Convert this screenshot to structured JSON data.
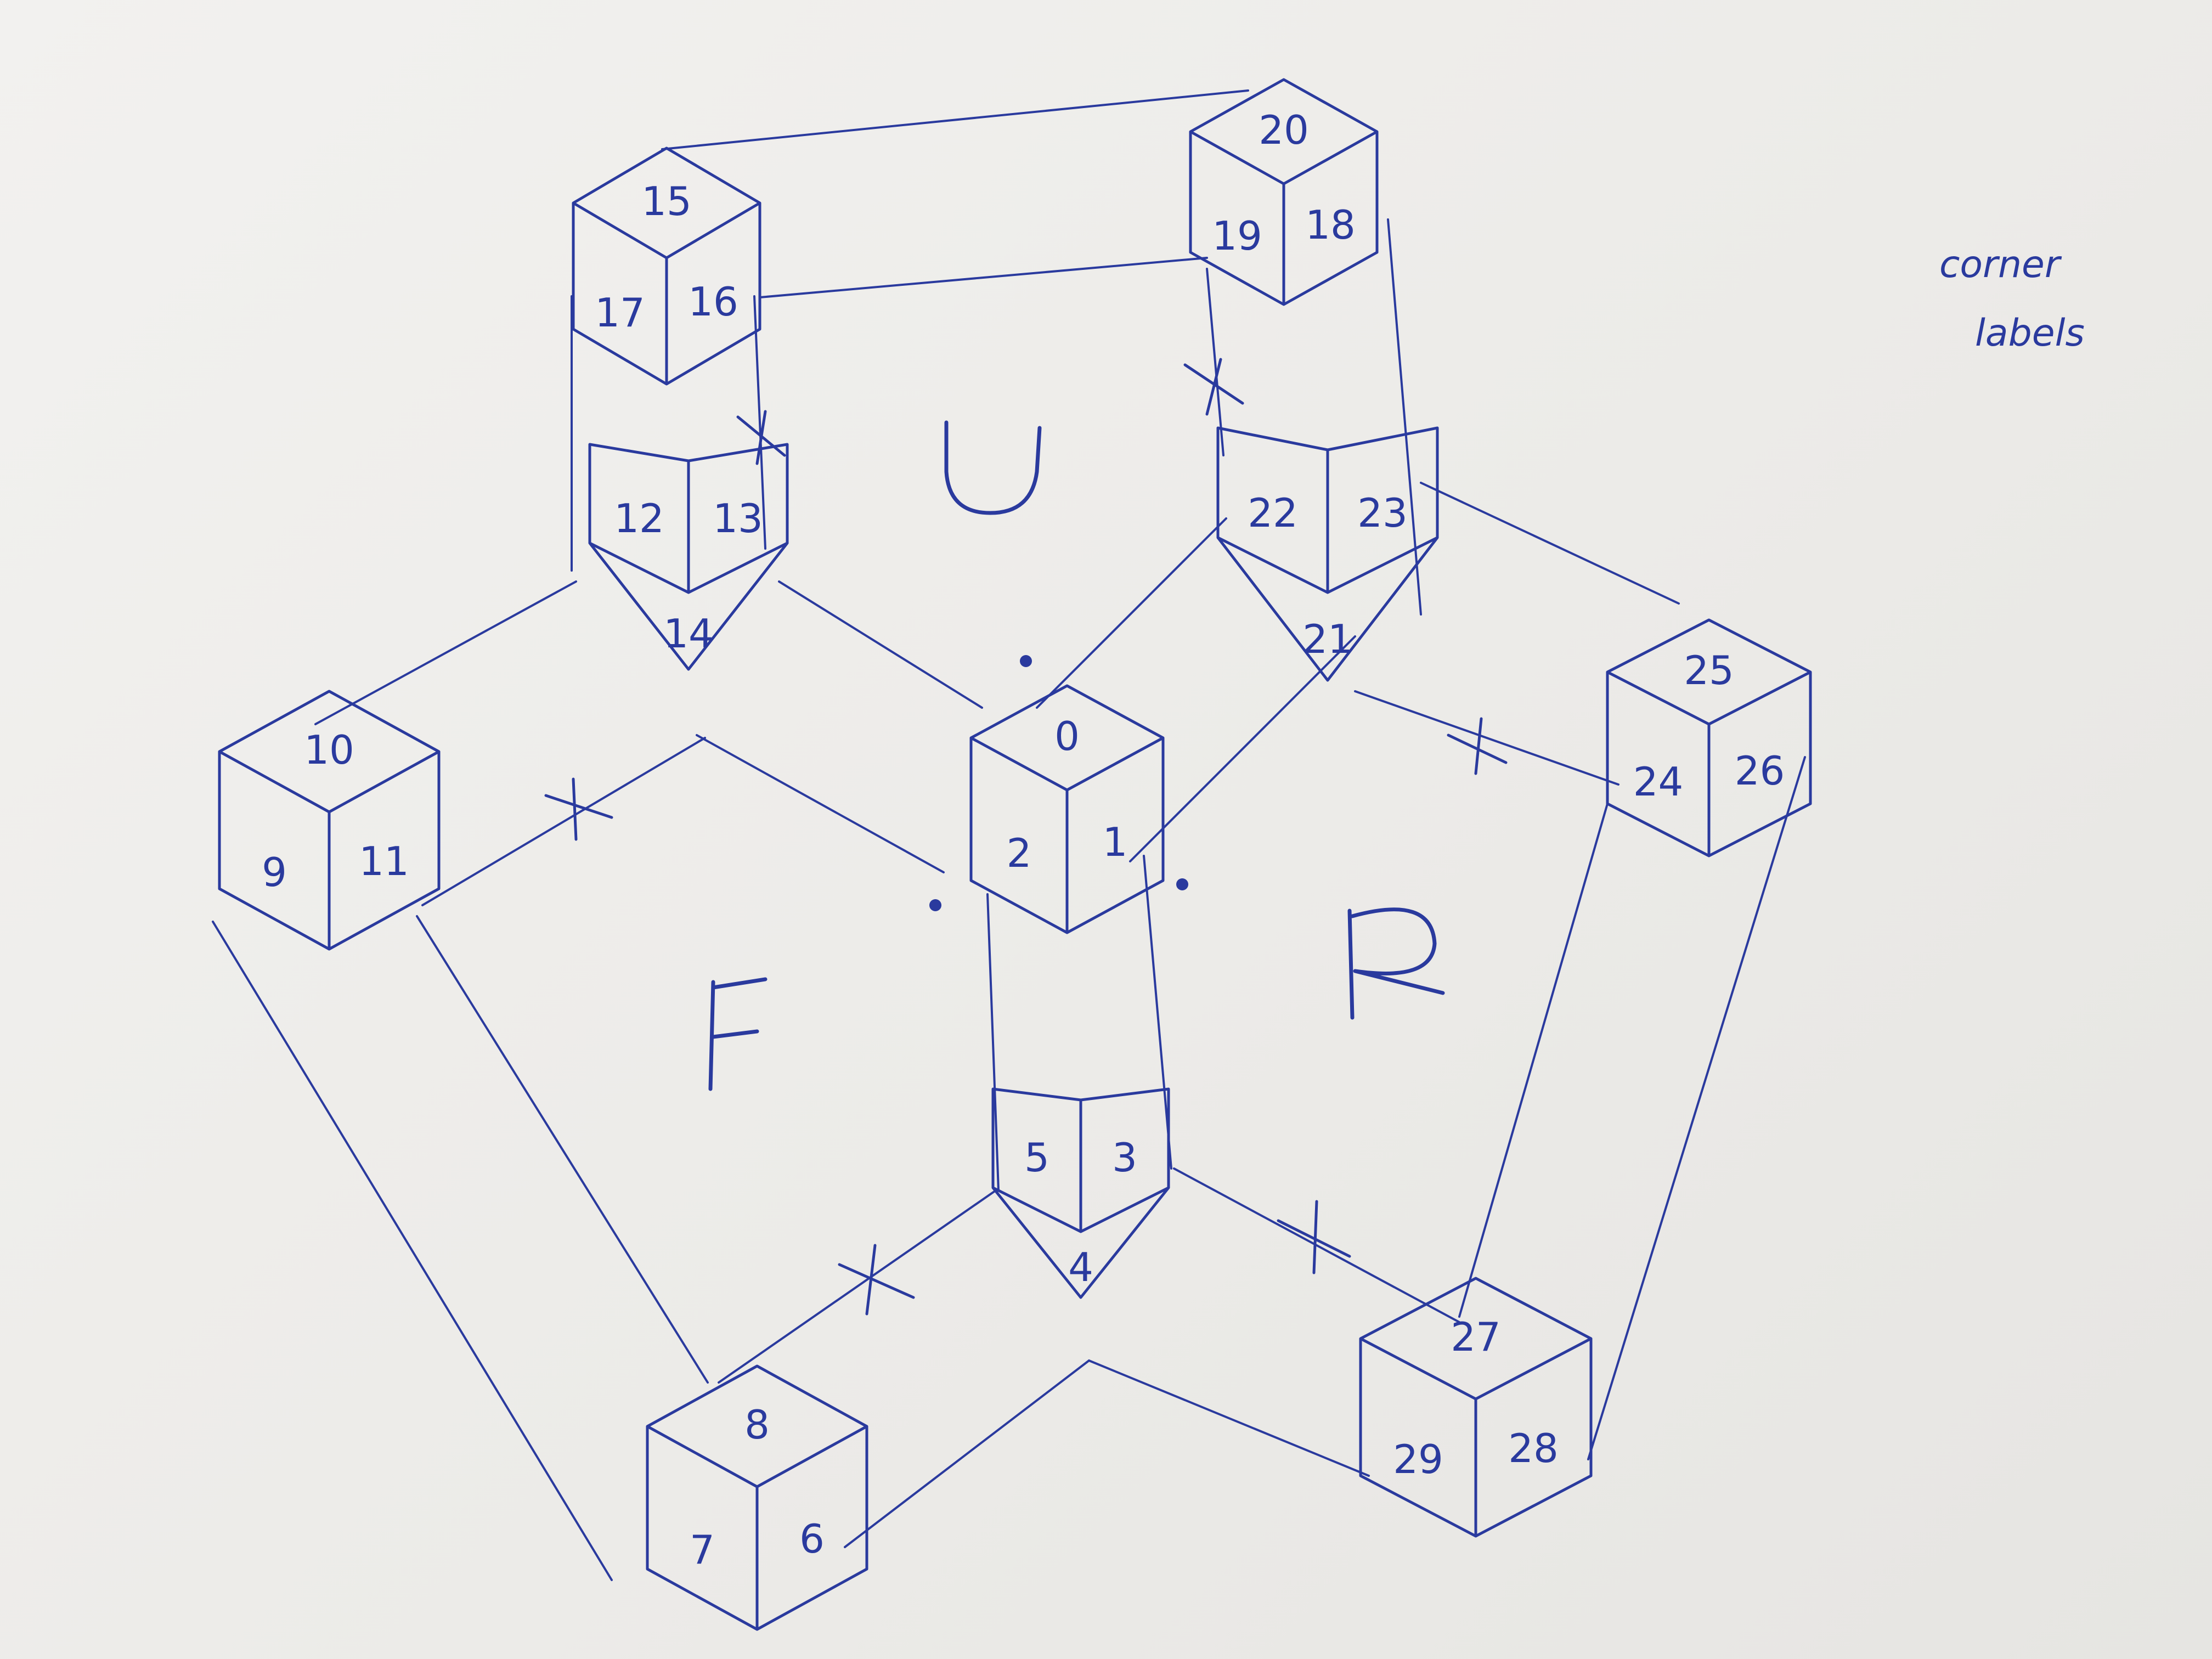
{
  "ink_color": "#2a3a9e",
  "paper_color": "#eeedea",
  "note": {
    "line1": "corner",
    "line2": "labels"
  },
  "face_labels": [
    "U",
    "F",
    "R"
  ],
  "cubes": [
    {
      "id": "cube-center",
      "top": "0",
      "left": "2",
      "right": "1"
    },
    {
      "id": "cube-bottom",
      "top": "4",
      "left": "5",
      "right": "3"
    },
    {
      "id": "cube-front-bottom",
      "top": "8",
      "left": "7",
      "right": "6"
    },
    {
      "id": "cube-front-left",
      "top": "10",
      "left": "9",
      "right": "11"
    },
    {
      "id": "cube-front-top",
      "top": "14",
      "left": "12",
      "right": "13"
    },
    {
      "id": "cube-up-back-left",
      "top": "15",
      "left": "17",
      "right": "16"
    },
    {
      "id": "cube-up-back-right",
      "top": "20",
      "left": "19",
      "right": "18"
    },
    {
      "id": "cube-up-right",
      "top": "21",
      "left": "22",
      "right": "23"
    },
    {
      "id": "cube-right-top",
      "top": "25",
      "left": "24",
      "right": "26"
    },
    {
      "id": "cube-right-bottom",
      "top": "27",
      "left": "29",
      "right": "28"
    }
  ]
}
